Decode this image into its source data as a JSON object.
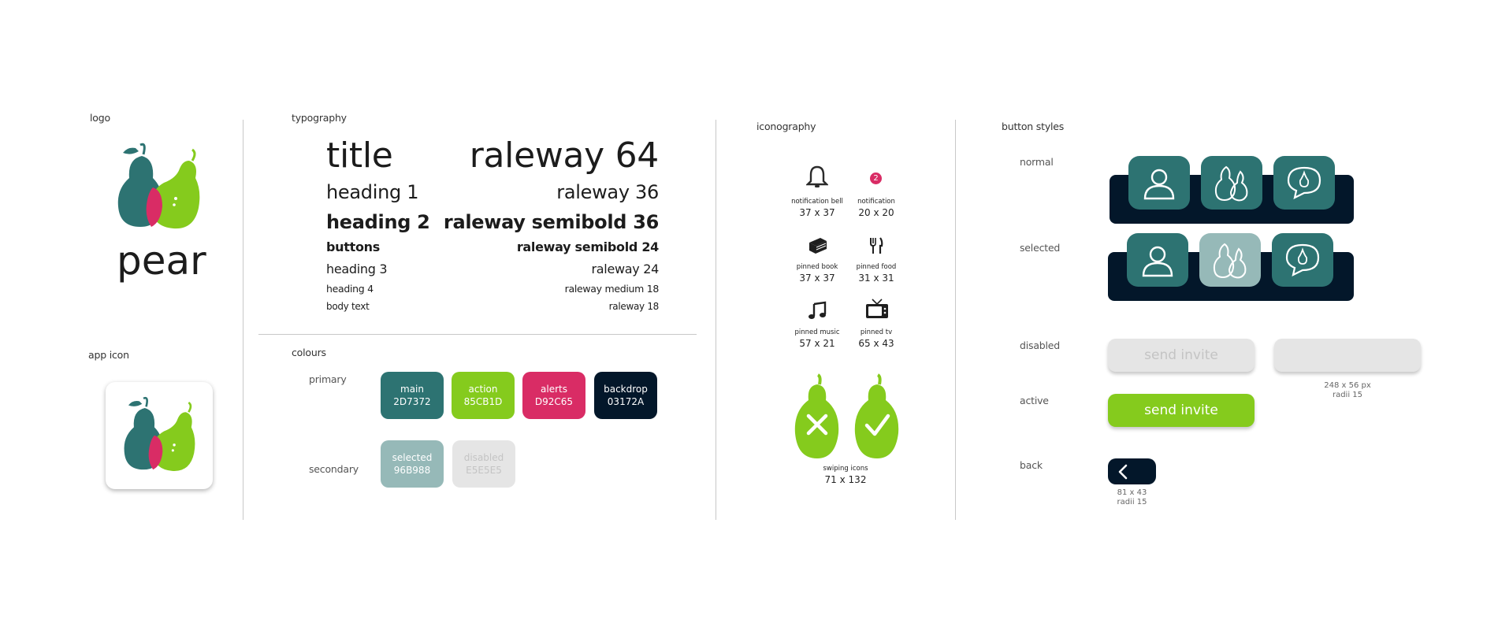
{
  "sections": {
    "logo": "logo",
    "app_icon": "app icon",
    "typography": "typography",
    "colours": "colours",
    "iconography": "iconography",
    "button_styles": "button styles"
  },
  "logo": {
    "wordmark": "pear"
  },
  "typography": {
    "rows": [
      {
        "name": "title",
        "spec": "raleway 64"
      },
      {
        "name": "heading 1",
        "spec": "raleway 36"
      },
      {
        "name": "heading 2",
        "spec": "raleway semibold 36"
      },
      {
        "name": "buttons",
        "spec": "raleway semibold 24"
      },
      {
        "name": "heading 3",
        "spec": "raleway 24"
      },
      {
        "name": "heading 4",
        "spec": "raleway medium 18"
      },
      {
        "name": "body text",
        "spec": "raleway 18"
      }
    ]
  },
  "colours": {
    "primary_label": "primary",
    "secondary_label": "secondary",
    "primary": [
      {
        "name": "main",
        "hex": "2D7372",
        "color": "#2D7372"
      },
      {
        "name": "action",
        "hex": "85CB1D",
        "color": "#85CB1D"
      },
      {
        "name": "alerts",
        "hex": "D92C65",
        "color": "#D92C65"
      },
      {
        "name": "backdrop",
        "hex": "03172A",
        "color": "#03172A"
      }
    ],
    "secondary": [
      {
        "name": "selected",
        "hex": "96B988",
        "color": "#96B9B8"
      },
      {
        "name": "disabled",
        "hex": "E5E5E5",
        "color": "#E5E5E5"
      }
    ]
  },
  "iconography": {
    "items": [
      {
        "name": "notification bell",
        "dims": "37 x 37",
        "icon": "bell-icon"
      },
      {
        "name": "notification",
        "dims": "20 x 20",
        "icon": "notification-dot-icon",
        "badge": "2"
      },
      {
        "name": "pinned book",
        "dims": "37 x 37",
        "icon": "book-icon"
      },
      {
        "name": "pinned food",
        "dims": "31 x 31",
        "icon": "fork-knife-icon"
      },
      {
        "name": "pinned music",
        "dims": "57 x 21",
        "icon": "music-note-icon"
      },
      {
        "name": "pinned tv",
        "dims": "65 x 43",
        "icon": "tv-icon"
      }
    ],
    "swiping": {
      "name": "swiping icons",
      "dims": "71 x 132"
    }
  },
  "buttons": {
    "normal_label": "normal",
    "selected_label": "selected",
    "disabled_label": "disabled",
    "active_label": "active",
    "back_label": "back",
    "send_invite": "send invite",
    "button_dims": "248 x 56 px",
    "button_radius": "radii 15",
    "back_dims": "81 x 43",
    "back_radius": "radii 15"
  }
}
